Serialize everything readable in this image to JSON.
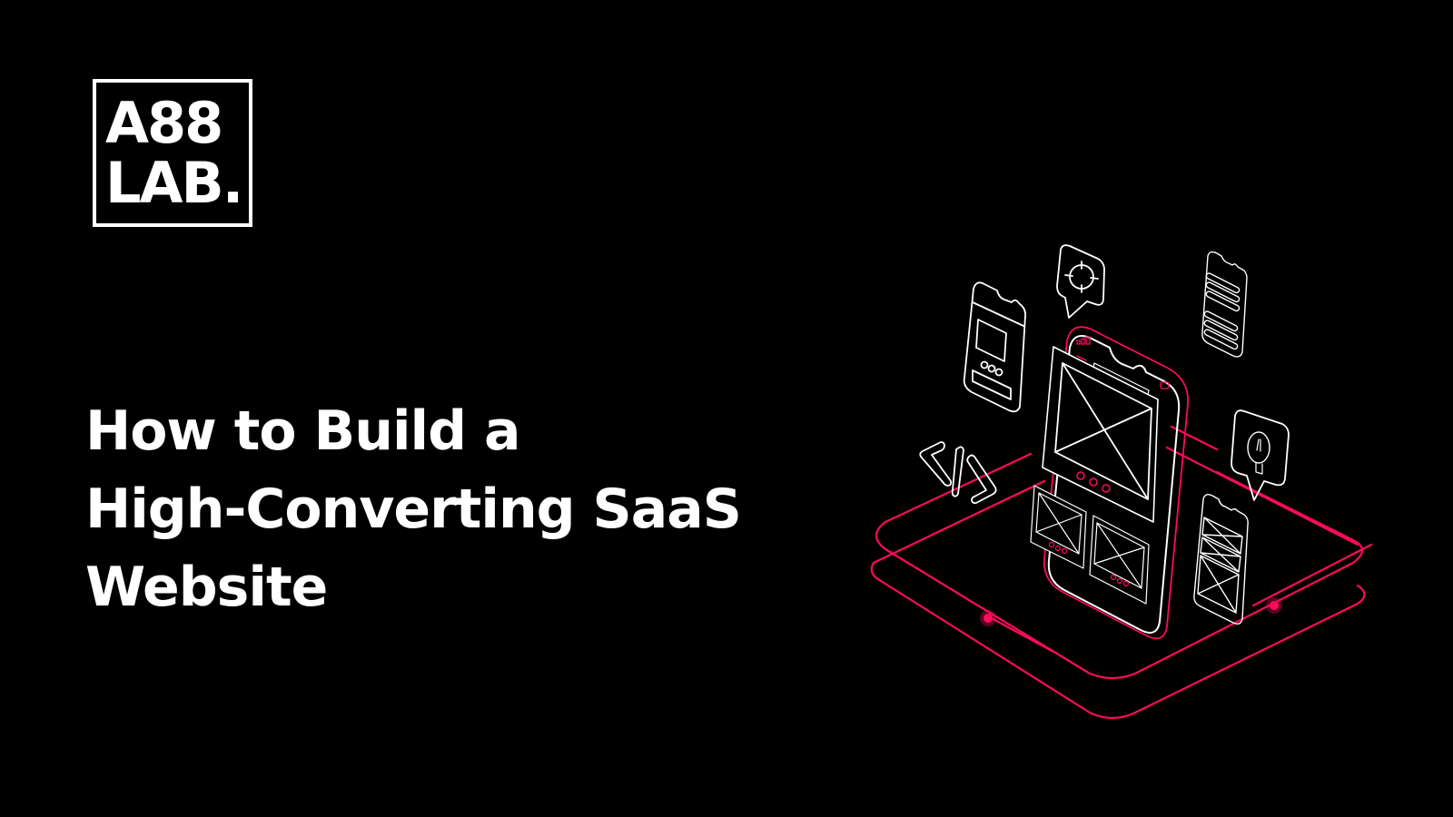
{
  "brand": {
    "logo_line1": "A88",
    "logo_line2": "LAB."
  },
  "headline": {
    "line1": "How to Build a",
    "line2": "High-Converting SaaS",
    "line3": "Website"
  },
  "illustration": {
    "description": "Isometric wireframe smartphone on layered platform with floating UI icons",
    "icons": [
      "mobile-wireframe-icon",
      "target-chat-icon",
      "list-phone-icon",
      "code-brackets-icon",
      "lightbulb-chat-icon",
      "gallery-phone-icon"
    ]
  },
  "colors": {
    "background": "#000000",
    "text": "#ffffff",
    "accent": "#ff0a5c"
  }
}
